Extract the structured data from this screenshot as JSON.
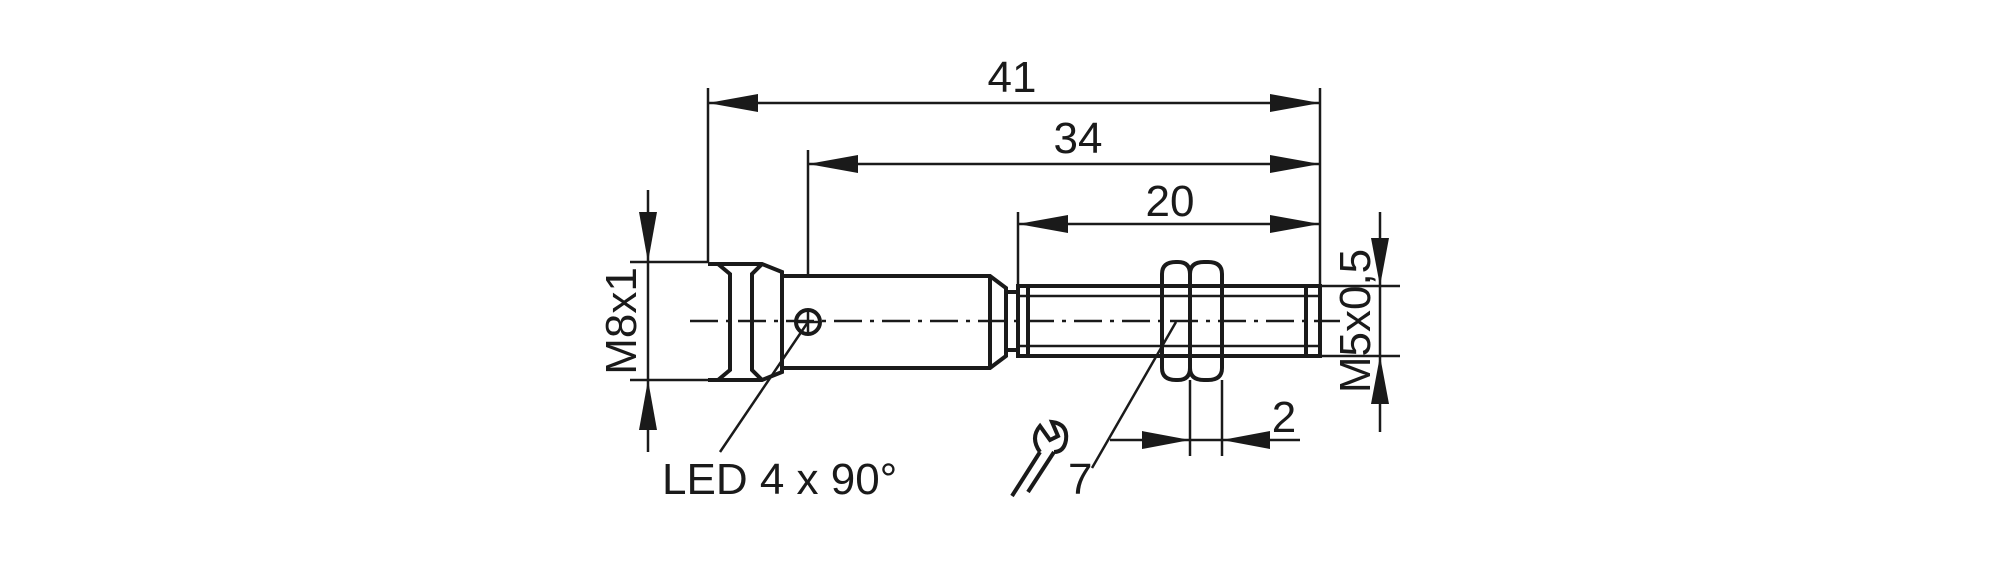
{
  "dimensions": {
    "overall_length": "41",
    "body_length": "34",
    "thread_length": "20",
    "housing_thread": "M8x1",
    "sensing_thread": "M5x0,5",
    "nut_width": "2",
    "wrench_size": "7"
  },
  "annotations": {
    "led": "LED 4 x 90°"
  },
  "colors": {
    "line": "#1a1a1a",
    "background": "#ffffff"
  },
  "icons": {
    "wrench": "wrench-icon"
  }
}
